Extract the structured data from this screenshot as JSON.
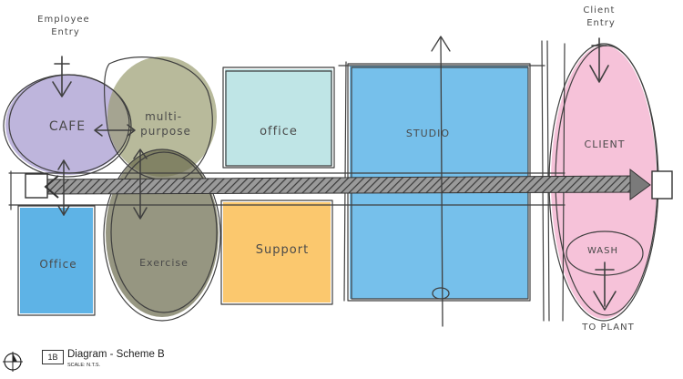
{
  "diagram": {
    "zones": [
      {
        "id": "cafe",
        "label": "CAFE",
        "color": "#a89cd0"
      },
      {
        "id": "multi-purpose",
        "label": "multi-\npurpose",
        "color": "#9a9d70"
      },
      {
        "id": "office-top",
        "label": "office",
        "color": "#bfe5e6"
      },
      {
        "id": "studio",
        "label": "STUDIO",
        "color": "#5eb5e8"
      },
      {
        "id": "client",
        "label": "CLIENT",
        "color": "#f5b7d2"
      },
      {
        "id": "wash",
        "label": "WASH",
        "color": "#f5b7d2"
      },
      {
        "id": "office-bottom",
        "label": "Office",
        "color": "#5eb3e6"
      },
      {
        "id": "exercise",
        "label": "Exercise",
        "color": "#6e6e50"
      },
      {
        "id": "support",
        "label": "Support",
        "color": "#fbc86e"
      }
    ],
    "annotations": {
      "employee_entry": "Employee\nEntry",
      "client_entry": "Client\nEntry",
      "to_plant": "TO PLANT"
    }
  },
  "title_block": {
    "sheet_number": "1B",
    "title": "Diagram - Scheme B",
    "scale": "SCALE: N.T.S."
  }
}
